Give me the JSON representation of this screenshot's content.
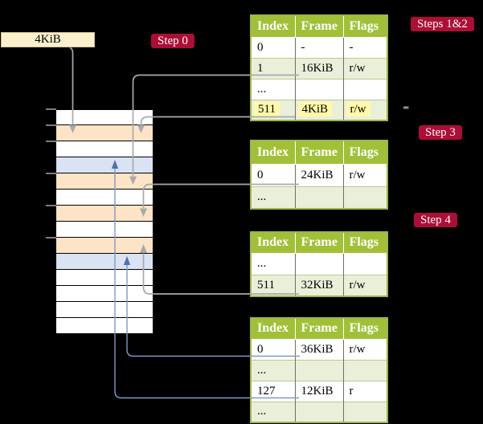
{
  "colors": {
    "header_green": "#A2C037",
    "row_green": "#EAEFDA",
    "highlight_yellow": "#FFF9A9",
    "label_red": "#AD0E35",
    "memory_orange": "#FDE4C6",
    "memory_blue": "#DAE3F3",
    "connector_gray": "#A9A9A9",
    "connector_blue": "#7D9BC9",
    "box_cream": "#FAF0CE"
  },
  "free_frame_box": {
    "label": "4KiB"
  },
  "step_labels": {
    "step0": "Step 0",
    "steps12": "Steps 1&2",
    "step3": "Step 3",
    "step4": "Step 4"
  },
  "memory_column": {
    "rows": [
      {
        "fill": "white"
      },
      {
        "fill": "orange"
      },
      {
        "fill": "white"
      },
      {
        "fill": "blue"
      },
      {
        "fill": "orange"
      },
      {
        "fill": "white"
      },
      {
        "fill": "orange"
      },
      {
        "fill": "white"
      },
      {
        "fill": "orange"
      },
      {
        "fill": "blue"
      },
      {
        "fill": "white"
      },
      {
        "fill": "white"
      },
      {
        "fill": "white"
      },
      {
        "fill": "white"
      }
    ],
    "tick_offsets": [
      0,
      20,
      40,
      80,
      120,
      160
    ]
  },
  "table_headers": [
    "Index",
    "Frame",
    "Flags"
  ],
  "tables": [
    {
      "id": "t1",
      "rows": [
        {
          "index": "0",
          "frame": "-",
          "flags": "-",
          "shaded": false,
          "highlighted": false
        },
        {
          "index": "1",
          "frame": "16KiB",
          "flags": "r/w",
          "shaded": true,
          "highlighted": false
        },
        {
          "index": "...",
          "frame": "",
          "flags": "",
          "shaded": false,
          "highlighted": false
        },
        {
          "index": "511",
          "frame": "4KiB",
          "flags": "r/w",
          "shaded": true,
          "highlighted": true
        }
      ]
    },
    {
      "id": "t2",
      "rows": [
        {
          "index": "0",
          "frame": "24KiB",
          "flags": "r/w",
          "shaded": false,
          "highlighted": false
        },
        {
          "index": "...",
          "frame": "",
          "flags": "",
          "shaded": true,
          "highlighted": false
        }
      ]
    },
    {
      "id": "t3",
      "rows": [
        {
          "index": "...",
          "frame": "",
          "flags": "",
          "shaded": false,
          "highlighted": false
        },
        {
          "index": "511",
          "frame": "32KiB",
          "flags": "r/w",
          "shaded": true,
          "highlighted": false
        }
      ]
    },
    {
      "id": "t4",
      "rows": [
        {
          "index": "0",
          "frame": "36KiB",
          "flags": "r/w",
          "shaded": false,
          "highlighted": false
        },
        {
          "index": "...",
          "frame": "",
          "flags": "",
          "shaded": true,
          "highlighted": false
        },
        {
          "index": "127",
          "frame": "12KiB",
          "flags": "r",
          "shaded": false,
          "highlighted": false
        },
        {
          "index": "...",
          "frame": "",
          "flags": "",
          "shaded": true,
          "highlighted": false
        }
      ]
    }
  ],
  "connectors": [
    {
      "from": "free-frame-box",
      "to": "memory-frame-2",
      "color": "gray"
    },
    {
      "from": "table1-entry-1",
      "to": "memory-frame-5",
      "color": "gray"
    },
    {
      "from": "table1-entry-511",
      "to": "memory-frame-2",
      "color": "gray"
    },
    {
      "from": "table2-entry-0",
      "to": "memory-frame-7",
      "color": "gray"
    },
    {
      "from": "table3-entry-511",
      "to": "memory-frame-9",
      "color": "gray"
    },
    {
      "from": "table4-entry-0",
      "to": "memory-frame-10",
      "color": "blue"
    },
    {
      "from": "table4-entry-127",
      "to": "memory-frame-4",
      "color": "blue"
    }
  ]
}
